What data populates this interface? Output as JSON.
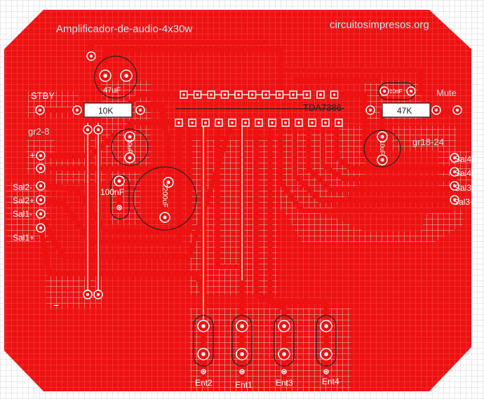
{
  "title": "Amplificador-de-audio-4x30w",
  "website": "circuitosimpresos.org",
  "colors": {
    "copper": "#ee1111",
    "grid": "#d9d9d9",
    "text": "#bfe8f0",
    "pad": "#ffffff",
    "outline": "#222222"
  },
  "labels": {
    "stby": "STBY",
    "mute": "Mute",
    "gr_left": "gr2-8",
    "gr_right": "gr18-24",
    "ic": "TDA7386",
    "r_left": "10K",
    "r_right": "47K",
    "cap_top": "47uF",
    "cap_small_right": "10nF",
    "cap_100nf": "100nF",
    "cap_big": "2200uF",
    "cap_left": "10uF",
    "cap_right": "10uF",
    "plus": "+",
    "minus": "−",
    "sal2_minus": "Sal2-",
    "sal2_plus": "Sal2+",
    "sal1_minus": "Sal1-",
    "sal1_plus": "Sal1+",
    "sal4_minus": "Sal4-",
    "sal4_plus": "Sal4+",
    "sal3_minus": "Sal3-",
    "sal3_plus": "Sal3+",
    "ent2": "Ent2",
    "ent1": "Ent1",
    "ent3": "Ent3",
    "ent4": "Ent4"
  }
}
